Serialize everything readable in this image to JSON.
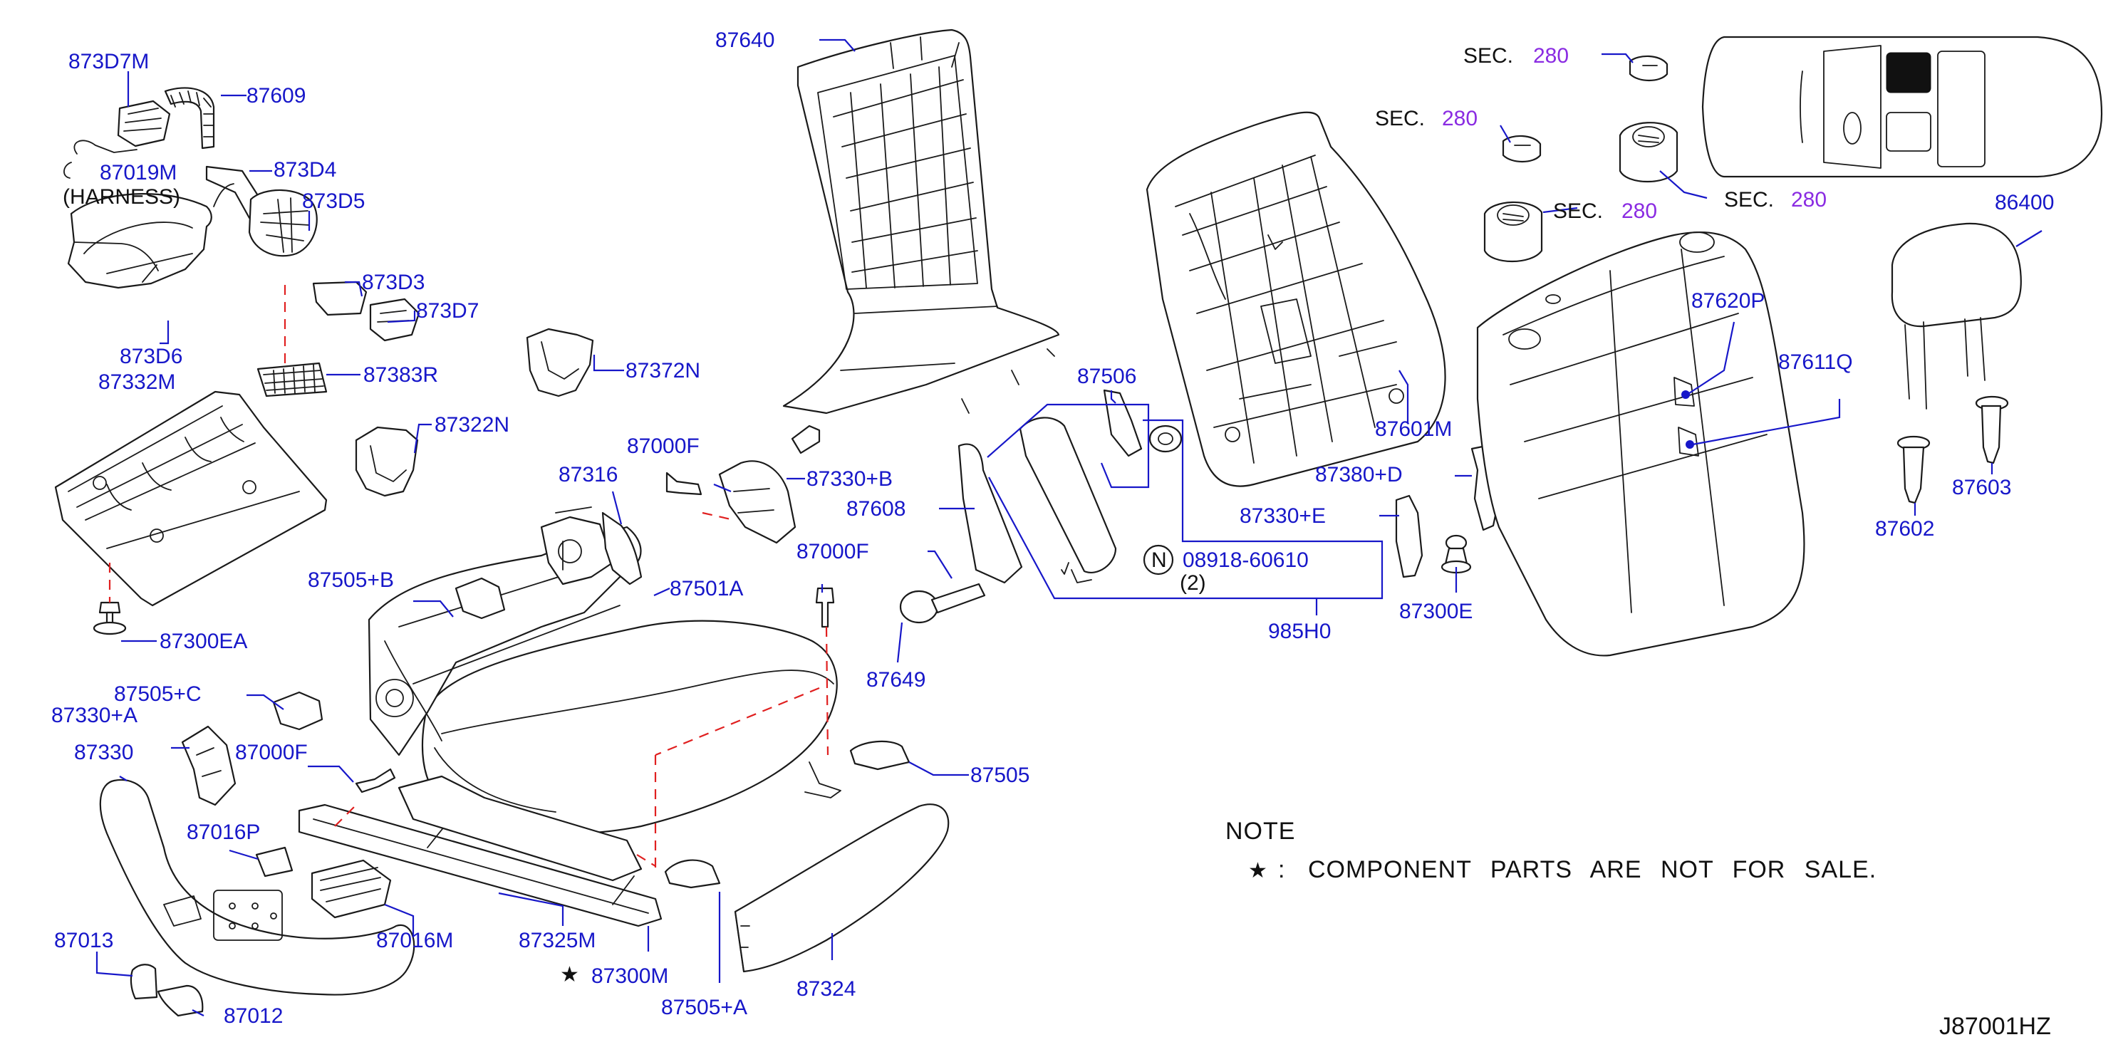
{
  "parts": {
    "p873D7M": "873D7M",
    "p87609": "87609",
    "p87019M": "87019M",
    "harness": "(HARNESS)",
    "p873D4": "873D4",
    "p873D5": "873D5",
    "p873D3": "873D3",
    "p873D7": "873D7",
    "p873D6": "873D6",
    "p87383R": "87383R",
    "p87332M": "87332M",
    "p87322N": "87322N",
    "p87372N": "87372N",
    "p87300EA": "87300EA",
    "p87640": "87640",
    "p87000F_a": "87000F",
    "p87316": "87316",
    "p87330B": "87330+B",
    "p87608": "87608",
    "p87505B": "87505+B",
    "p87501A": "87501A",
    "p87000F_b": "87000F",
    "p87649": "87649",
    "p87505C": "87505+C",
    "p87330A": "87330+A",
    "p87330": "87330",
    "p87000F_c": "87000F",
    "p87016P": "87016P",
    "p87016M": "87016M",
    "p87325M": "87325M",
    "p87013": "87013",
    "p87012": "87012",
    "p87300M": "87300M",
    "p87505A": "87505+A",
    "p87324": "87324",
    "p87505": "87505",
    "p87506": "87506",
    "nut_symbol": "N",
    "nut_part": "08918-60610",
    "nut_qty": "(2)",
    "p985H0": "985H0",
    "p87601M": "87601M",
    "p87380D": "87380+D",
    "p87330E": "87330+E",
    "p87300E": "87300E",
    "p87620P": "87620P",
    "p87611Q": "87611Q",
    "p86400": "86400",
    "p87603": "87603",
    "p87602": "87602"
  },
  "sections": {
    "sec_label": "SEC.",
    "s1": "280",
    "s2": "280",
    "s3": "280",
    "s4": "280"
  },
  "note": {
    "heading": "NOTE",
    "star": "★",
    "colon": ":",
    "text": "COMPONENT PARTS ARE NOT FOR SALE."
  },
  "star_mark": "★",
  "diagram_code": "J87001HZ",
  "colors": {
    "label_blue": "#1717c9",
    "section_purple": "#8a2be2",
    "dashed_red": "#e02020",
    "line_black": "#1a1a1a"
  }
}
